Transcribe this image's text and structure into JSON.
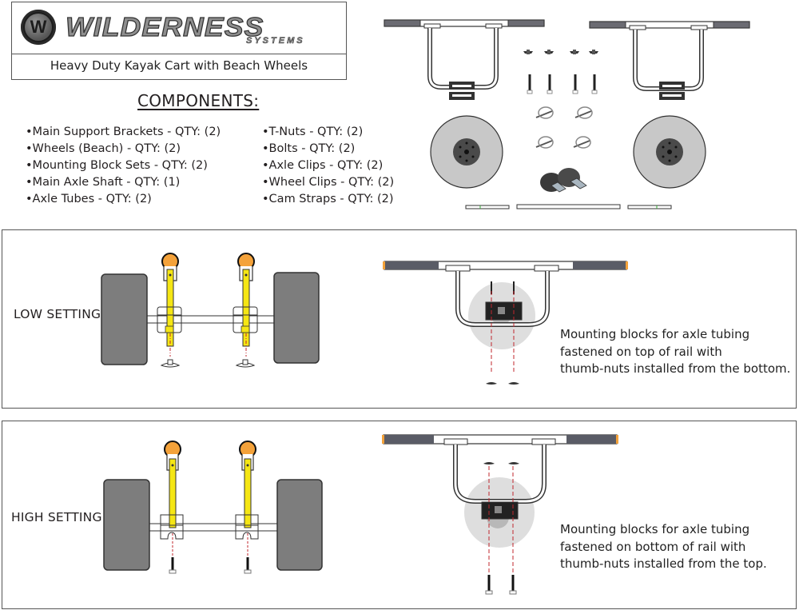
{
  "header": {
    "brand_badge_letter": "W",
    "brand_name": "WILDERNESS",
    "brand_sub": "SYSTEMS",
    "subtitle": "Heavy Duty Kayak Cart with Beach Wheels"
  },
  "components": {
    "title": "COMPONENTS:",
    "left_column": [
      "•Main Support Brackets - QTY: (2)",
      "•Wheels (Beach) - QTY: (2)",
      "•Mounting Block Sets - QTY: (2)",
      "•Main Axle Shaft - QTY: (1)",
      "•Axle Tubes - QTY: (2)"
    ],
    "right_column": [
      "•T-Nuts - QTY: (2)",
      "•Bolts - QTY: (2)",
      "•Axle Clips - QTY: (2)",
      "•Wheel Clips - QTY: (2)",
      "•Cam Straps - QTY: (2)"
    ]
  },
  "low_setting": {
    "label": "LOW SETTING",
    "description": [
      "Mounting blocks for axle tubing",
      "fastened on top of rail with",
      "thumb-nuts installed from the bottom."
    ]
  },
  "high_setting": {
    "label": "HIGH SETTING",
    "description": [
      "Mounting blocks for axle tubing",
      "fastened on bottom of rail with",
      "thumb-nuts installed from the top."
    ]
  },
  "colors": {
    "tube_yellow": "#f5e614",
    "knob_orange": "#f4a23a",
    "tire_gray": "#7d7d7d",
    "wheel_light": "#c9c9c9",
    "hub_dark": "#4a4a4a",
    "guide_red": "#c0272d",
    "border": "#555555"
  }
}
